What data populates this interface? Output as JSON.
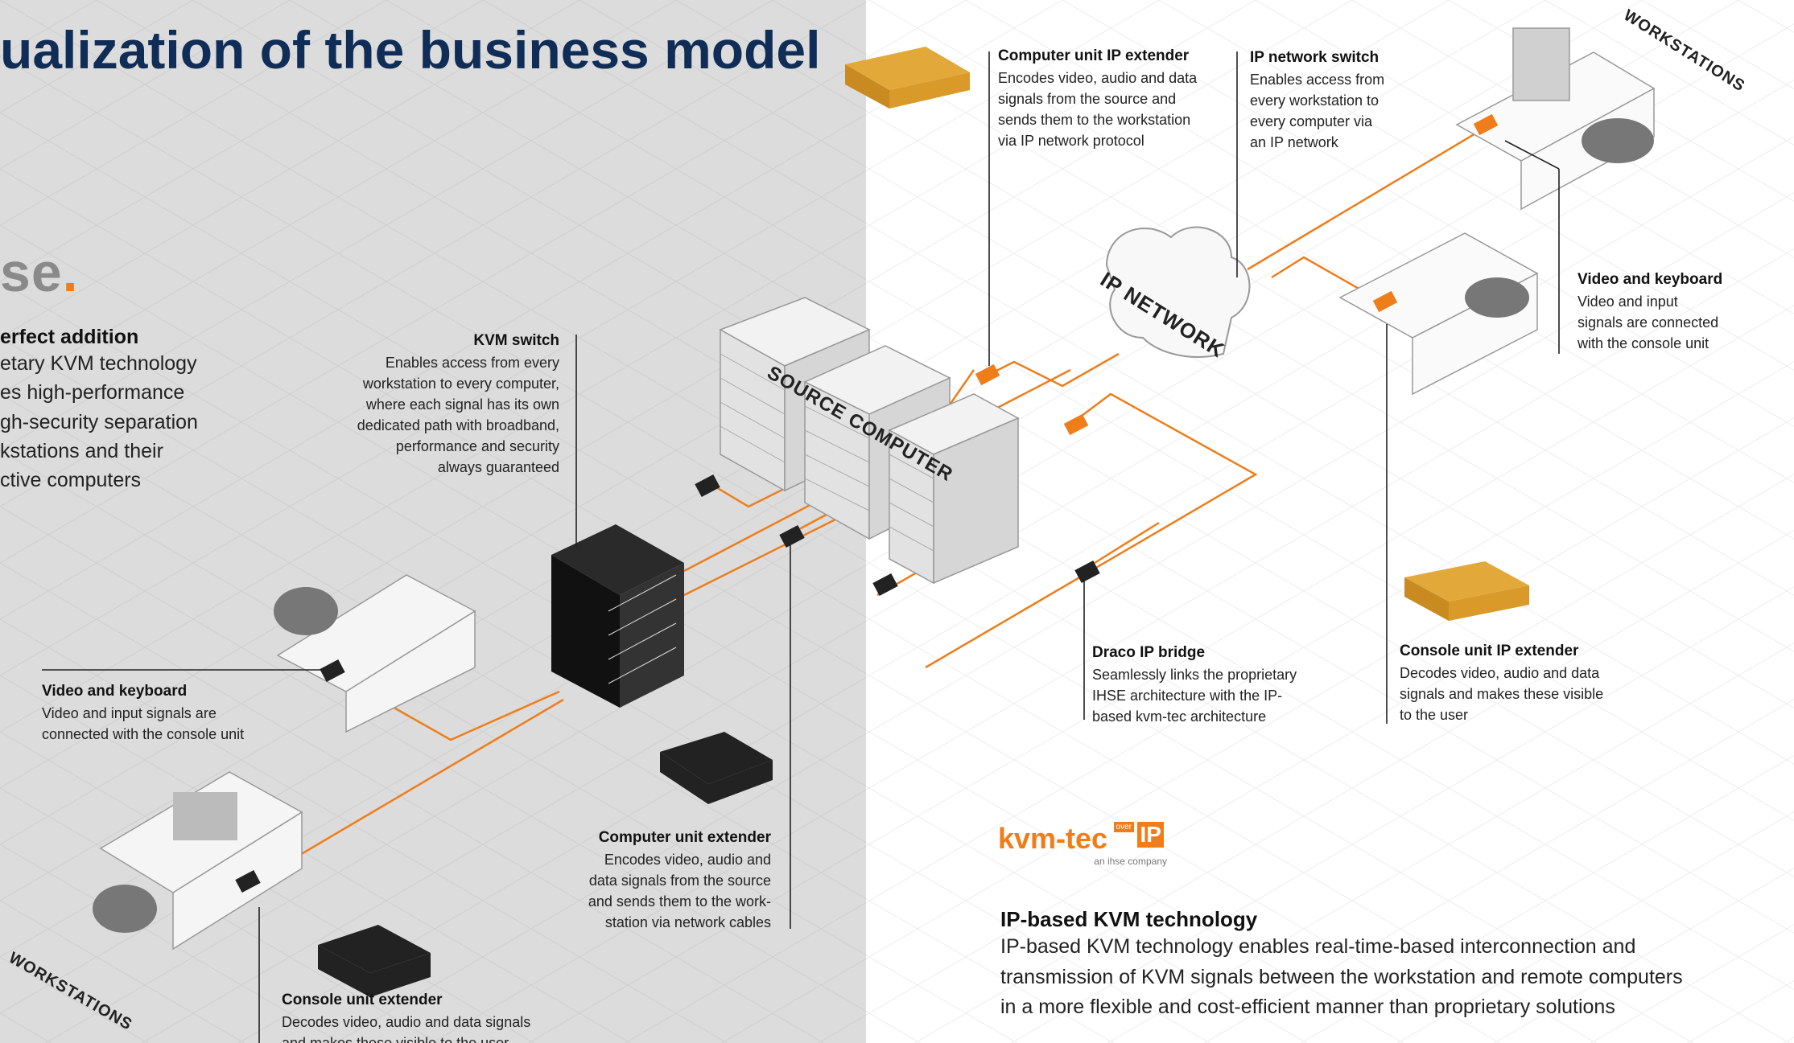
{
  "title": "ualization of the business model",
  "logo_fragment": "se",
  "addition": {
    "title": "erfect addition",
    "lines": [
      "etary KVM technology",
      "es high-performance",
      "gh-security separation",
      "kstations and their",
      "ctive computers"
    ]
  },
  "labels": {
    "source_computer": "SOURCE COMPUTER",
    "ip_network": "IP NETWORK",
    "workstations_top": "WORKSTATIONS",
    "workstations_bottom": "WORKSTATIONS"
  },
  "callouts": {
    "kvm_switch": {
      "title": "KVM switch",
      "lines": [
        "Enables access from every",
        "workstation to every computer,",
        "where each signal has its own",
        "dedicated path with broadband,",
        "performance and security",
        "always guaranteed"
      ]
    },
    "computer_ip_extender": {
      "title": "Computer unit IP extender",
      "lines": [
        "Encodes video, audio and data",
        "signals from the source and",
        "sends them to the workstation",
        "via IP network protocol"
      ]
    },
    "ip_network_switch": {
      "title": "IP network switch",
      "lines": [
        "Enables access from",
        "every workstation to",
        "every computer via",
        "an IP network"
      ]
    },
    "video_keyboard_right": {
      "title": "Video and keyboard",
      "lines": [
        "Video and input",
        "signals are connected",
        "with the console unit"
      ]
    },
    "video_keyboard_left": {
      "title": "Video and keyboard",
      "lines": [
        "Video and input signals are",
        "connected with the console unit"
      ]
    },
    "draco_ip_bridge": {
      "title": "Draco IP bridge",
      "lines": [
        "Seamlessly links the proprietary",
        "IHSE architecture with the IP-",
        "based kvm-tec architecture"
      ]
    },
    "console_ip_extender": {
      "title": "Console unit IP extender",
      "lines": [
        "Decodes video, audio and data",
        "signals and makes these visible",
        "to the user"
      ]
    },
    "computer_extender": {
      "title": "Computer unit extender",
      "lines": [
        "Encodes video, audio and",
        "data signals from the source",
        "and sends them to the work-",
        "station via network cables"
      ]
    },
    "console_extender": {
      "title": "Console unit extender",
      "lines": [
        "Decodes video, audio and data signals",
        "and makes these visible to the user"
      ]
    }
  },
  "kvmtec": {
    "brand": "kvm-tec",
    "badge_over": "over",
    "badge_ip": "IP",
    "sub": "an ihse company"
  },
  "ip_block": {
    "title": "IP-based KVM technology",
    "lines": [
      "IP-based KVM technology enables real-time-based interconnection and",
      "transmission of KVM signals between the workstation and remote computers",
      "in a more flexible and cost-efficient manner than proprietary solutions"
    ]
  },
  "colors": {
    "accent": "#ee7d1a",
    "title": "#0f2d57",
    "left_bg": "#dcdcdc",
    "line": "#222222"
  }
}
